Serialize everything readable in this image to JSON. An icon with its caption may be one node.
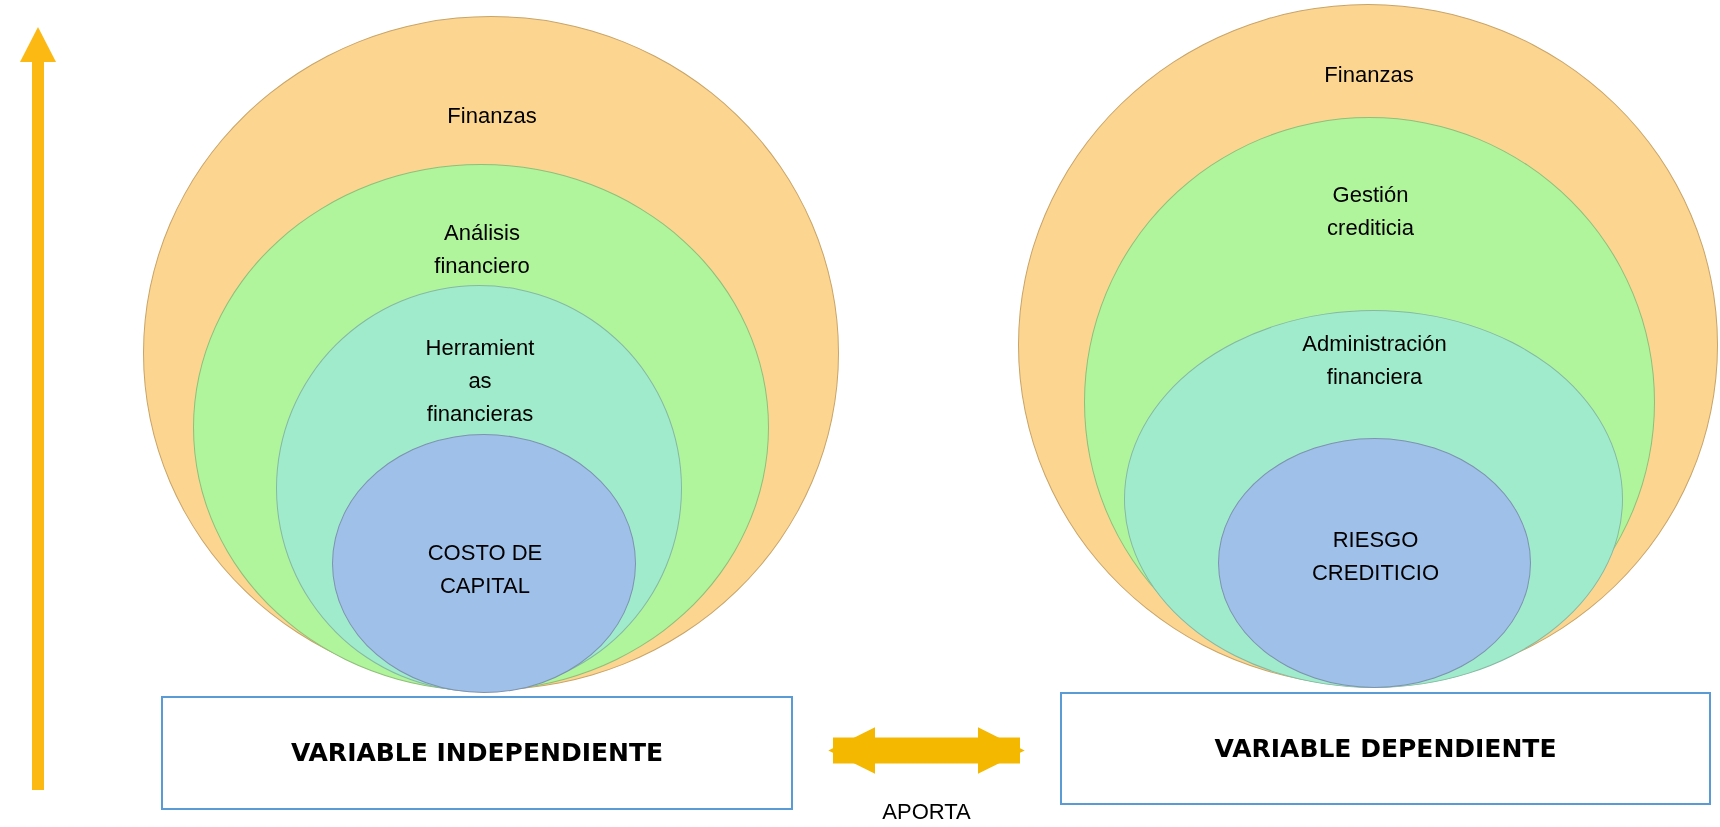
{
  "diagram": {
    "nodes": [
      {
        "text": [
          "Finanzas"
        ]
      },
      {
        "text": [
          "Análisis financiero"
        ],
        "in": 0
      },
      {
        "text": [
          "Herramient as financieras"
        ],
        "in": 1
      },
      {
        "text": [
          "COSTO DE CAPITAL"
        ],
        "in": 2
      },
      {
        "text": [
          "Finanzas"
        ]
      },
      {
        "text": [
          "Gestión crediticia"
        ],
        "in": 4
      },
      {
        "text": [
          "Administración financiera"
        ],
        "in": 5
      },
      {
        "text": [
          "RIESGO CREDITICIO"
        ],
        "in": 6
      },
      {
        "text": [
          "VARIABLE INDEPENDIENTE"
        ]
      },
      {
        "text": [
          "VARIABLE DEPENDIENTE"
        ]
      }
    ],
    "edges": [
      {
        "from": 8,
        "to": 9,
        "arrow": "both",
        "label": "APORTA",
        "color": "#f5b800"
      }
    ]
  }
}
